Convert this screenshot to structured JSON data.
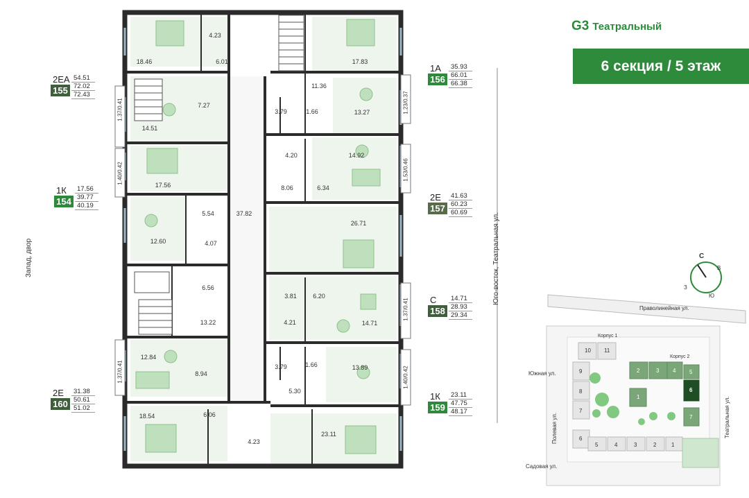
{
  "brand": {
    "logo": "G3",
    "name": "Театральный"
  },
  "title": "6 секция / 5 этаж",
  "orientation": {
    "west": "Запад, двор",
    "east": "Юго-восток, Театральная ул."
  },
  "units": [
    {
      "type": "2ЕА",
      "number": "155",
      "areas": [
        "54.51",
        "72.02",
        "72.43"
      ]
    },
    {
      "type": "1К",
      "number": "154",
      "areas": [
        "17.56",
        "39.77",
        "40.19"
      ]
    },
    {
      "type": "2Е",
      "number": "160",
      "areas": [
        "31.38",
        "50.61",
        "51.02"
      ]
    },
    {
      "type": "1А",
      "number": "156",
      "areas": [
        "35.93",
        "66.01",
        "66.38"
      ]
    },
    {
      "type": "2Е",
      "number": "157",
      "areas": [
        "41.63",
        "60.23",
        "60.69"
      ]
    },
    {
      "type": "С",
      "number": "158",
      "areas": [
        "14.71",
        "28.93",
        "29.34"
      ]
    },
    {
      "type": "1К",
      "number": "159",
      "areas": [
        "23.11",
        "47.75",
        "48.17"
      ]
    }
  ],
  "rooms": [
    "18.46",
    "4.23",
    "6.01",
    "7.27",
    "14.51",
    "17.56",
    "5.54",
    "12.60",
    "4.07",
    "37.82",
    "6.56",
    "13.22",
    "12.84",
    "8.94",
    "6.06",
    "18.54",
    "4.23",
    "17.83",
    "11.36",
    "3.79",
    "1.66",
    "13.27",
    "4.20",
    "14.92",
    "8.06",
    "6.34",
    "26.71",
    "3.81",
    "6.20",
    "4.21",
    "14.71",
    "3.79",
    "1.66",
    "13.89",
    "5.30",
    "23.11"
  ],
  "balconies": [
    "1.37/0.41",
    "1.40/0.42",
    "1.37/0.41",
    "1.23/0.37",
    "1.53/0.46",
    "1.37/0.41",
    "1.40/0.42"
  ],
  "site_plan": {
    "compass": [
      "С",
      "В",
      "Ю",
      "З"
    ],
    "streets": [
      "Праволинейная ул.",
      "Южная ул.",
      "Полевая ул.",
      "Садовая ул.",
      "Театральная ул."
    ],
    "buildings": [
      "Корпус 1",
      "Корпус 2"
    ],
    "sections": [
      "10",
      "11",
      "9",
      "8",
      "7",
      "6",
      "5",
      "4",
      "3",
      "2",
      "1",
      "2",
      "3",
      "4",
      "5",
      "1",
      "6",
      "7"
    ],
    "highlight": "6"
  },
  "colors": {
    "accent": "#2e8b3b",
    "wall": "#2b2b2b",
    "room_fill": "#eef5ec",
    "dark_badge": "#3f5e3c"
  }
}
